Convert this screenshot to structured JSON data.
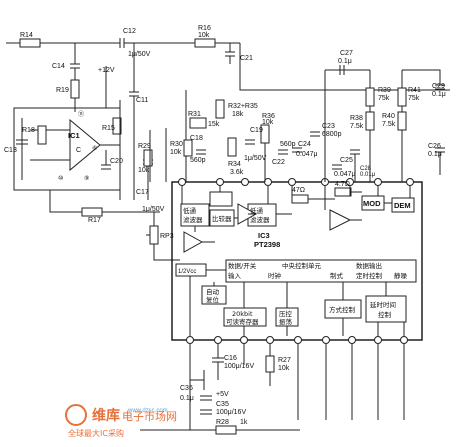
{
  "components": {
    "R14": "R14",
    "C12": "C12",
    "C12v": "1μ/50V",
    "R16": "R16",
    "R16v": "10k",
    "C21": "C21",
    "C14": "C14",
    "R19": "R19",
    "R18": "R18",
    "R15": "R15",
    "C13": "C13",
    "C11": "C11",
    "C20": "C20",
    "R17": "R17",
    "RP3": "RP3",
    "v12": "+12V",
    "R32": "R32+R35",
    "R32v": "18k",
    "R31": "R31",
    "R31v": "15k",
    "R30": "R30",
    "R30v": "10k",
    "C18": "C18",
    "C18v": "560p",
    "R29": "R29",
    "R29v": "10k",
    "C17": "C17",
    "C17v": "1μ/50V",
    "R34": "R34",
    "R34v": "3.6k",
    "C19": "C19",
    "C19v": "1μ/50V",
    "C22": "C22",
    "C22v": "560p",
    "R36": "R36",
    "R36v": "10k",
    "C23": "C23",
    "C23v": "6800p",
    "C24": "C24",
    "C24v": "0.047μ",
    "C25": "C25",
    "C25v": "0.047μ",
    "C27": "C27",
    "C27v": "0.1μ",
    "R39": "R39",
    "R39v": "75k",
    "R38": "R38",
    "R38v": "7.5k",
    "C28": "C28",
    "C28v": "0.01μ",
    "R41": "R41",
    "R41v": "75k",
    "R40": "R40",
    "R40v": "7.5k",
    "C29": "C29",
    "C29v": "0.1μ",
    "C26": "C26",
    "C26v": "0.1μ",
    "R47": "47Ω",
    "R47b": "4.7Ω",
    "C16": "C16",
    "C16v": "100μ/16V",
    "C36": "C36",
    "C36v": "0.1μ",
    "C35": "C35",
    "C35v": "100μ/16V",
    "R27": "R27",
    "R27v": "10k",
    "R28": "R28",
    "R28v": "1k",
    "v5": "+5V"
  },
  "ic1": {
    "name": "IC1",
    "inner": "C"
  },
  "ic3": {
    "name": "IC3",
    "part": "PT2398"
  },
  "pins": {
    "p6": "⑥",
    "p9": "⑨",
    "p10": "⑩",
    "p11": "⑪"
  },
  "blocks": {
    "lpf1": "低通\n滤波器",
    "lpf2": "低通\n滤波器",
    "comparator": "比较器",
    "mod": "MOD",
    "dem": "DEM",
    "vcc_half": "1/2Vcc",
    "ctrl": "中央控制单元",
    "data_sw": "数据/开关",
    "data_in": "输入",
    "data_out": "数据输出",
    "clock": "时钟",
    "mode": "制式",
    "timing_out": "定时控制",
    "mute": "静噪",
    "auto_reset": "自动复位",
    "ram": "20kbit可读寄存器",
    "osc": "压控振荡",
    "mode_ctrl": "方式控制",
    "delay_ctrl": "延时时间控制"
  },
  "watermark": {
    "brand": "维库",
    "site": "电子市场网",
    "sub": "全球最大IC采购",
    "url": "www.dzsc.com"
  }
}
